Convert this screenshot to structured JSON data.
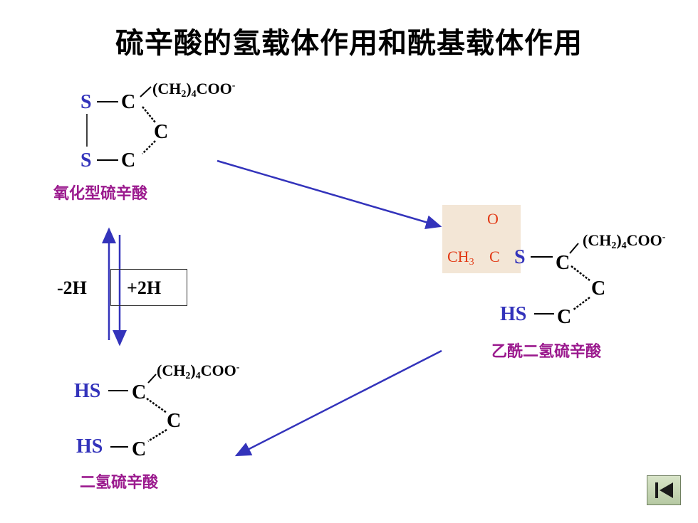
{
  "title": "硫辛酸的氢载体作用和酰基载体作用",
  "oxidized": {
    "s_top": "S",
    "c_top": "C",
    "c_mid": "C",
    "s_bottom": "S",
    "c_bottom": "C",
    "chain_base": "(CH",
    "chain_sub1": "2",
    "chain_mid": ")",
    "chain_sub2": "4",
    "chain_end": "COO",
    "chain_sup": "-",
    "name": "氧化型硫辛酸"
  },
  "equilibrium": {
    "minus": "-2H",
    "plus": "+2H"
  },
  "acetyl": {
    "o": "O",
    "ch3": "CH",
    "ch3_sub": "3",
    "c": "C",
    "s": "S",
    "c_top": "C",
    "c_mid": "C",
    "hs": "HS",
    "c_bottom": "C",
    "chain_base": "(CH",
    "chain_sub1": "2",
    "chain_mid": ")",
    "chain_sub2": "4",
    "chain_end": "COO",
    "chain_sup": "-",
    "name": "乙酰二氢硫辛酸"
  },
  "dihydro": {
    "hs_top": "HS",
    "c_top": "C",
    "c_mid": "C",
    "hs_bottom": "HS",
    "c_bottom": "C",
    "chain_base": "(CH",
    "chain_sub1": "2",
    "chain_mid": ")",
    "chain_sub2": "4",
    "chain_end": "COO",
    "chain_sup": "-",
    "name": "二氢硫辛酸"
  },
  "nav": {
    "icon": "skip-back-icon"
  }
}
